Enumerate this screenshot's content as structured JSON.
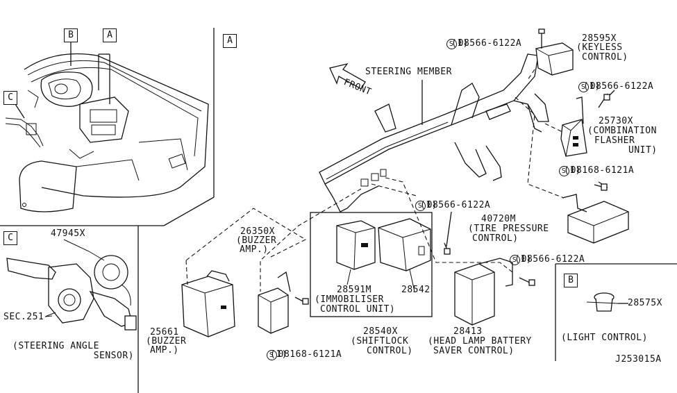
{
  "diagram": {
    "callouts": {
      "A": "A",
      "B": "B",
      "C": "C"
    },
    "front_label": "FRONT",
    "steering_member": "STEERING MEMBER",
    "sec": "SEC.251",
    "steering_angle_sensor": [
      "(STEERING ANGLE",
      "SENSOR)"
    ],
    "parts": {
      "p47945x": "47945X",
      "p28595x": [
        "28595X",
        "(KEYLESS",
        "CONTROL)"
      ],
      "p25730x": [
        "25730X",
        "(COMBINATION",
        "FLASHER",
        "UNIT)"
      ],
      "p40720m": [
        "40720M",
        "(TIRE PRESSURE",
        "CONTROL)"
      ],
      "p26350x": [
        "26350X",
        "(BUZZER",
        "AMP.)"
      ],
      "p25661": [
        "25661",
        "(BUZZER",
        "AMP.)"
      ],
      "p28591m": "28591M",
      "p28542": "28542",
      "immobiliser": [
        "(IMMOBILISER",
        "CONTROL UNIT)"
      ],
      "p28540x": [
        "28540X",
        "(SHIFTLOCK",
        "CONTROL)"
      ],
      "p28413": [
        "28413",
        "(HEAD LAMP BATTERY",
        "SAVER CONTROL)"
      ],
      "p28575x": "28575X",
      "light_control": "(LIGHT CONTROL)"
    },
    "fasteners": {
      "f1": {
        "symbol": "S",
        "number": "08566-6122A",
        "qty": "(1)"
      },
      "f2": {
        "symbol": "S",
        "number": "08566-6122A",
        "qty": "(1)"
      },
      "f3": {
        "symbol": "S",
        "number": "08168-6121A",
        "qty": "(1)"
      },
      "f4": {
        "symbol": "S",
        "number": "08566-6122A",
        "qty": "(1)"
      },
      "f5": {
        "symbol": "S",
        "number": "08566-6122A",
        "qty": "(1)"
      },
      "f6": {
        "symbol": "S",
        "number": "08168-6121A",
        "qty": "(1)"
      }
    },
    "diagram_id": "J253015A"
  }
}
